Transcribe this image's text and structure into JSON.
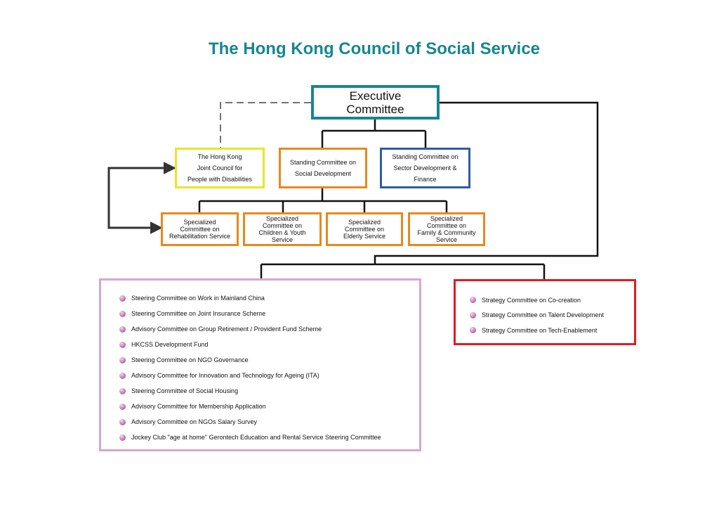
{
  "title": "The Hong Kong Council of Social Service",
  "executive": {
    "line1": "Executive",
    "line2": "Committee"
  },
  "level2": {
    "joint_council": [
      "The Hong Kong",
      "Joint Council for",
      "People with Disabilities"
    ],
    "social_development": [
      "Standing Committee on",
      "Social Development"
    ],
    "sector_development": [
      "Standing Committee on",
      "Sector Development &",
      "Finance"
    ]
  },
  "specialized": [
    [
      "Specialized",
      "Committee on",
      "Rehabilitation Service"
    ],
    [
      "Specialized",
      "Committee on",
      "Children & Youth",
      "Service"
    ],
    [
      "Specialized",
      "Committee on",
      "Elderly Service"
    ],
    [
      "Specialized",
      "Committee on",
      "Family & Community",
      "Service"
    ]
  ],
  "committees": [
    "Steering Committee on Work in Mainland China",
    "Steering Committee on Joint Insurance Scheme",
    "Advisory Committee on Group Retirement / Provident Fund Scheme",
    "HKCSS Development Fund",
    "Steering Committee on NGO Governance",
    "Advisory Committee for Innovation and Technology for Ageing (ITA)",
    "Steering Committee of Social Housing",
    "Advisory Committee for Membership Application",
    "Advisory Committee on NGOs Salary Survey",
    "Jockey Club \"age at home\" Gerontech Education and Rental Service Steering Committee"
  ],
  "strategy": [
    "Strategy Committee on Co-creation",
    "Strategy Committee on Talent Development",
    "Strategy Committee on Tech-Enablement"
  ],
  "colors": {
    "title": "#17868f",
    "executive_border": "#17868f",
    "joint_council_border": "#e6e62a",
    "standing_border": "#e6891e",
    "sector_border": "#2f5d9e",
    "committees_border": "#d8a6d0",
    "strategy_border": "#e11b22",
    "bullet": "#c77bbb"
  }
}
